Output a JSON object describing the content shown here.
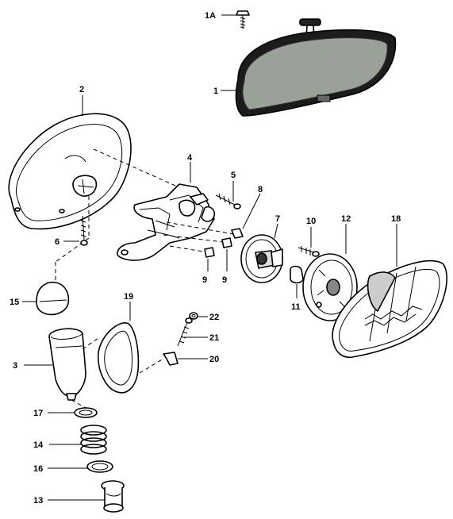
{
  "diagram": {
    "callouts": {
      "c1a": "1A",
      "c1": "1",
      "c2": "2",
      "c3": "3",
      "c4": "4",
      "c5": "5",
      "c6": "6",
      "c7": "7",
      "c8": "8",
      "c9a": "9",
      "c9b": "9",
      "c10": "10",
      "c11": "11",
      "c12": "12",
      "c13": "13",
      "c14": "14",
      "c15": "15",
      "c16": "16",
      "c17": "17",
      "c18": "18",
      "c19": "19",
      "c20": "20",
      "c21": "21",
      "c22": "22"
    }
  }
}
